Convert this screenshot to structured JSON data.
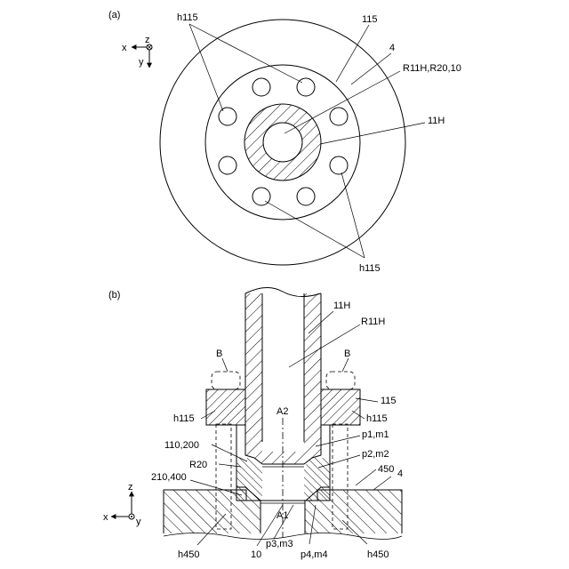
{
  "panel_a": {
    "caption": "(a)",
    "axis_x": "x",
    "axis_y": "y",
    "axis_z": "z",
    "labels": {
      "h115_top": "h115",
      "n115": "115",
      "n4": "4",
      "r11h": "R11H,R20,10",
      "n11h": "11H",
      "h115_bottom": "h115"
    }
  },
  "panel_b": {
    "caption": "(b)",
    "axis_x": "x",
    "axis_y": "y",
    "axis_z": "z",
    "labels": {
      "n11h": "11H",
      "r11h": "R11H",
      "b_left": "B",
      "b_right": "B",
      "n115": "115",
      "h115_left": "h115",
      "h115_right": "h115",
      "a2": "A2",
      "p1m1": "p1,m1",
      "n110_200": "110,200",
      "p2m2": "p2,m2",
      "r20": "R20",
      "n450": "450",
      "n4": "4",
      "n210_400": "210,400",
      "a1": "A1",
      "h450_left": "h450",
      "n10": "10",
      "p3m3": "p3,m3",
      "p4m4": "p4,m4",
      "h450_right": "h450"
    }
  }
}
